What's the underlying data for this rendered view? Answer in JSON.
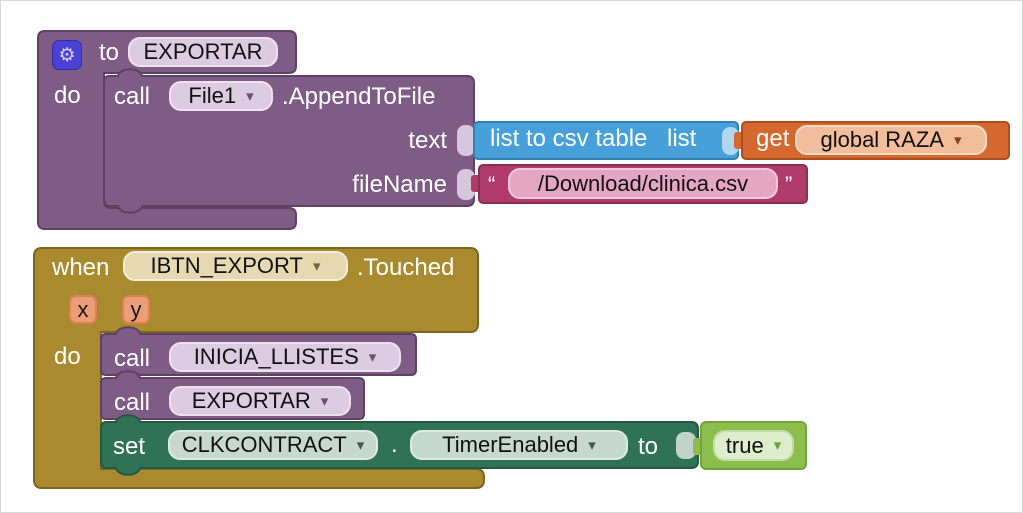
{
  "colors": {
    "procedure_purple": "#7E5C85",
    "purple_border": "#5E4163",
    "purple_field_bg": "#DCCBE1",
    "olive_event_block": "#A98A2E",
    "olive_border": "#7D661F",
    "olive_field_bg": "#E6D9B1",
    "param_badge_orange": "#EC9E79",
    "blue_list_block": "#47A0D9",
    "orange_get_block": "#D4682F",
    "orange_field_bg": "#F2BD9B",
    "pink_text_block": "#B03B6B",
    "pink_field_bg": "#E4A6C2",
    "green_set_block": "#2F7256",
    "green_field_bg": "#C7D9CE",
    "light_green_true_block": "#8CBE4E",
    "light_green_field_bg": "#DEEDCB",
    "gear_icon_bg": "#4B41D3"
  },
  "procedure": {
    "keyword": "to",
    "name": "EXPORTAR",
    "do_label": "do",
    "call": {
      "keyword": "call",
      "component": "File1",
      "method": ".AppendToFile",
      "param_text": "text",
      "param_filename": "fileName"
    },
    "list_to_csv": {
      "label": "list to csv table",
      "socket_label": "list"
    },
    "get_var": {
      "keyword": "get",
      "variable": "global RAZA"
    },
    "filename_string": {
      "open_quote": "“",
      "value": "/Download/clinica.csv",
      "close_quote": "”"
    }
  },
  "when_event": {
    "keyword": "when",
    "component": "IBTN_EXPORT",
    "event": ".Touched",
    "param_x": "x",
    "param_y": "y",
    "do_label": "do",
    "call_inicia": {
      "keyword": "call",
      "name": "INICIA_LLISTES"
    },
    "call_exportar": {
      "keyword": "call",
      "name": "EXPORTAR"
    },
    "set_timer": {
      "keyword": "set",
      "component": "CLKCONTRACT",
      "dot": ".",
      "property": "TimerEnabled",
      "to_label": "to",
      "value": "true"
    }
  }
}
